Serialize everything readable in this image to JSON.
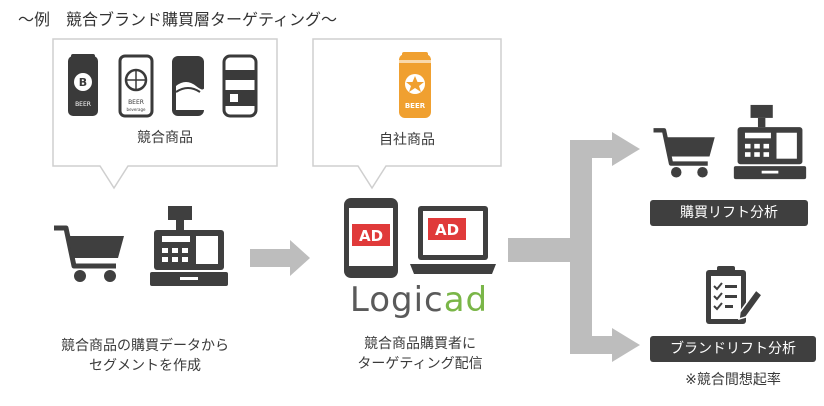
{
  "title": "〜例　競合ブランド購買層ターゲティング〜",
  "competitor_box": {
    "label": "競合商品",
    "cans": [
      "B",
      "BEER",
      "beverage"
    ]
  },
  "own_box": {
    "label": "自社商品",
    "can_text": "BEER"
  },
  "left_caption": {
    "line1": "競合商品の購買データから",
    "line2": "セグメントを作成"
  },
  "ad": {
    "phone_text": "AD",
    "laptop_text": "AD"
  },
  "logo": {
    "text_dark": "Logic",
    "text_green": "ad"
  },
  "center_caption": {
    "line1": "競合商品購買者に",
    "line2": "ターゲティング配信"
  },
  "purchase_lift_label": "購買リフト分析",
  "brand_lift_label": "ブランドリフト分析",
  "brand_lift_note": "※競合間想起率",
  "colors": {
    "accent_red": "#e03a3a",
    "accent_orange": "#f0a030",
    "logo_green": "#7ab648",
    "dark": "#3f3f3f",
    "arrow_gray": "#bdbdbd"
  }
}
